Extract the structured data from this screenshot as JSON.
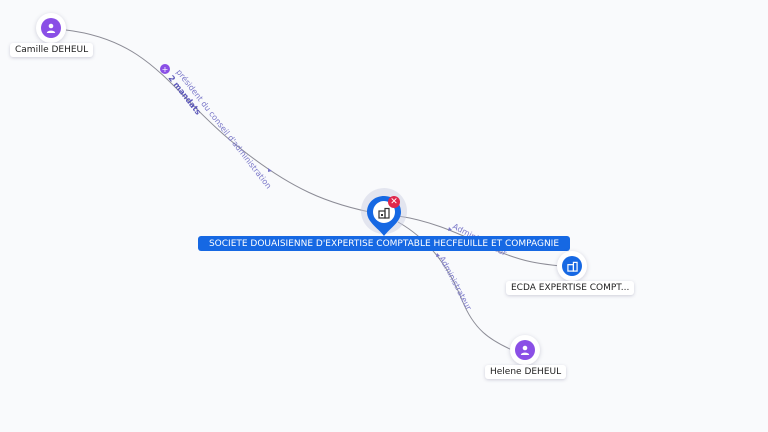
{
  "nodes": {
    "main": {
      "label": "SOCIETE DOUAISIENNE D'EXPERTISE COMPTABLE HECFEUILLE ET COMPAGNIE",
      "icon": "building-icon"
    },
    "camille": {
      "label": "Camille DEHEUL",
      "icon": "person-icon"
    },
    "ecda": {
      "label": "ECDA EXPERTISE COMPT...",
      "icon": "building-icon"
    },
    "helene": {
      "label": "Helene DEHEUL",
      "icon": "person-icon"
    }
  },
  "edges": {
    "camille_main": {
      "label": "président du conseil d'administration",
      "sub_label": "2 mandats"
    },
    "main_ecda": {
      "label": "Administrateur"
    },
    "main_helene": {
      "label": "Administrateur"
    }
  },
  "colors": {
    "company": "#1668e3",
    "person": "#8a4fe6",
    "edge": "#8c8c96",
    "edge_label": "#7b78c9",
    "close_badge": "#e0284b"
  }
}
